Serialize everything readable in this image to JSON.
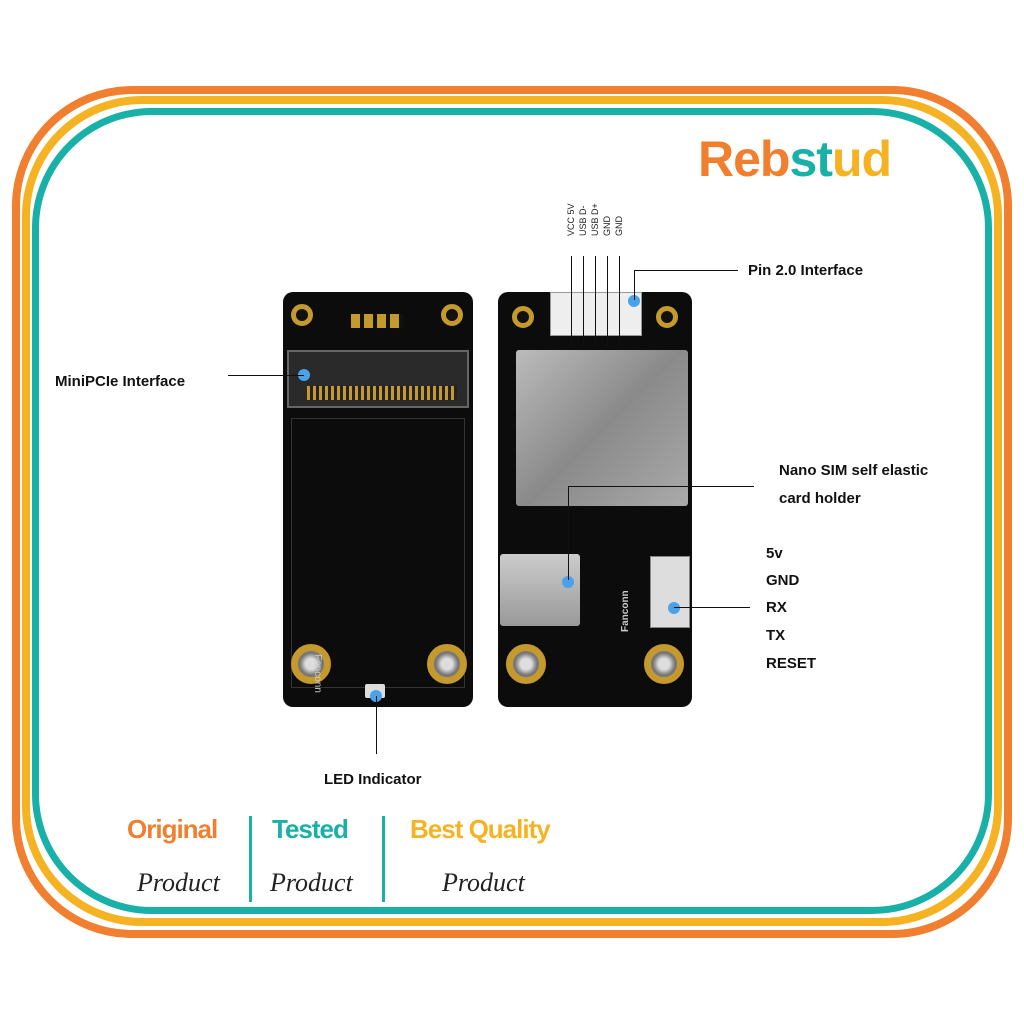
{
  "logo": {
    "part1": "Reb",
    "part2": "st",
    "part3": "ud"
  },
  "pins": [
    "VCC 5V",
    "USB D-",
    "USB D+",
    "GND",
    "GND"
  ],
  "labels": {
    "pin_interface": "Pin 2.0 Interface",
    "minipcie": "MiniPCIe Interface",
    "sim_line1": "Nano SIM self elastic",
    "sim_line2": "card holder",
    "led": "LED Indicator"
  },
  "uart_pins": [
    "5v",
    "GND",
    "RX",
    "TX",
    "RESET"
  ],
  "board_text": "Fanconn",
  "badges": [
    {
      "title": "Original",
      "subtitle": "Product",
      "color": "#f08030"
    },
    {
      "title": "Tested",
      "subtitle": "Product",
      "color": "#19b0a8"
    },
    {
      "title": "Best Quality",
      "subtitle": "Product",
      "color": "#f5b323"
    }
  ]
}
